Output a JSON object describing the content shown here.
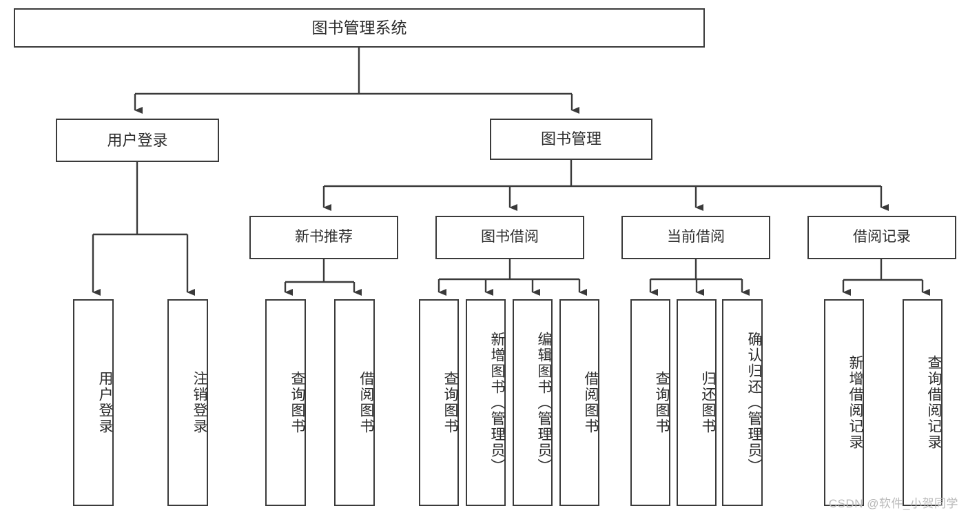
{
  "diagram": {
    "type": "tree-hierarchy",
    "title": "图书管理系统",
    "watermark": "CSDN @软件_小贺同学",
    "colors": {
      "box_border": "#3a3a3a",
      "box_fill": "#ffffff",
      "connector": "#3a3a3a",
      "text": "#2b2b2b",
      "watermark": "#b9b9b9",
      "background": "#ffffff"
    },
    "nodes": {
      "root": {
        "label": "图书管理系统"
      },
      "level1": [
        {
          "id": "user-login",
          "label": "用户登录"
        },
        {
          "id": "book-manage",
          "label": "图书管理"
        }
      ],
      "level2": [
        {
          "id": "new-book-rec",
          "label": "新书推荐"
        },
        {
          "id": "book-borrow",
          "label": "图书借阅"
        },
        {
          "id": "current-borrow",
          "label": "当前借阅"
        },
        {
          "id": "borrow-record",
          "label": "借阅记录"
        }
      ],
      "leaves": {
        "user-login": [
          {
            "id": "leaf-user-login",
            "label": "用户登录"
          },
          {
            "id": "leaf-logout",
            "label": "注销登录"
          }
        ],
        "new-book-rec": [
          {
            "id": "leaf-query-book-1",
            "label": "查询图书"
          },
          {
            "id": "leaf-borrow-book-1",
            "label": "借阅图书"
          }
        ],
        "book-borrow": [
          {
            "id": "leaf-query-book-2",
            "label": "查询图书"
          },
          {
            "id": "leaf-add-book",
            "label": "新增图书（管理员）"
          },
          {
            "id": "leaf-edit-book",
            "label": "编辑图书（管理员）"
          },
          {
            "id": "leaf-borrow-book-2",
            "label": "借阅图书"
          }
        ],
        "current-borrow": [
          {
            "id": "leaf-query-book-3",
            "label": "查询图书"
          },
          {
            "id": "leaf-return-book",
            "label": "归还图书"
          },
          {
            "id": "leaf-confirm-return",
            "label": "确认归还（管理员）"
          }
        ],
        "borrow-record": [
          {
            "id": "leaf-add-record",
            "label": "新增借阅记录"
          },
          {
            "id": "leaf-query-record",
            "label": "查询借阅记录"
          }
        ]
      }
    }
  }
}
